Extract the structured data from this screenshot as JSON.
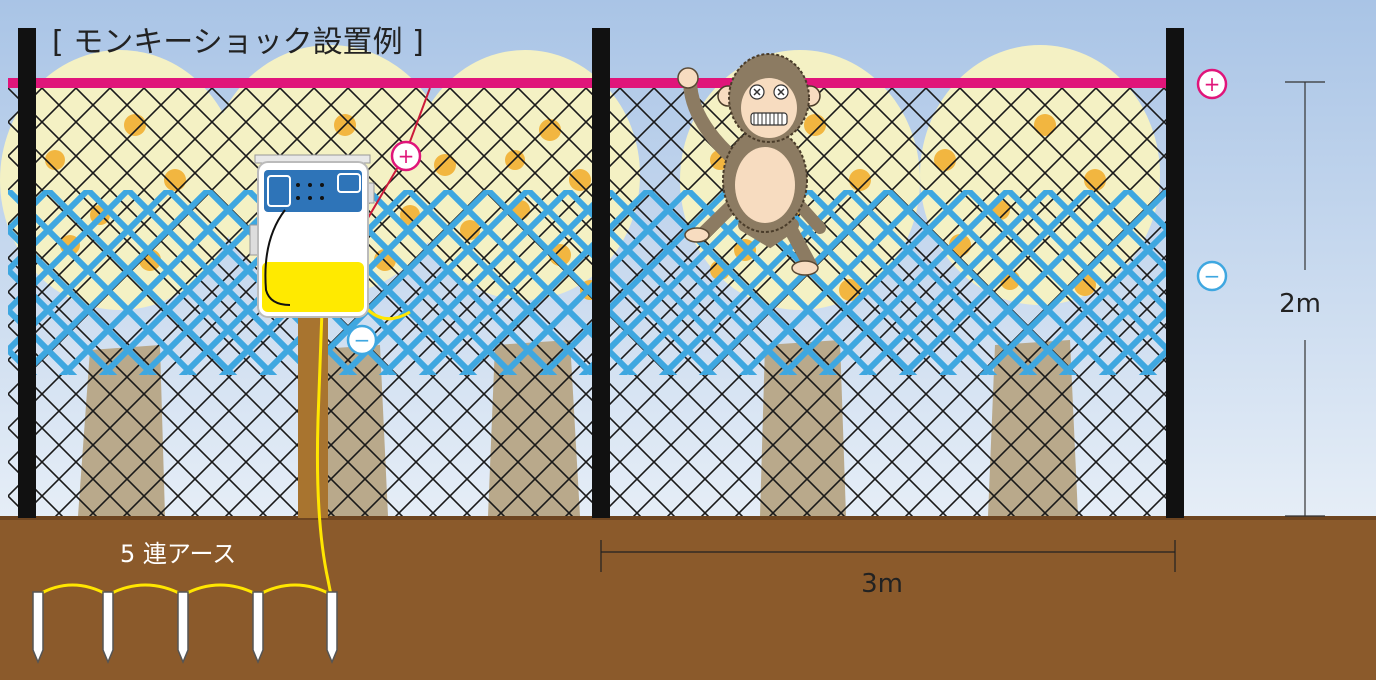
{
  "title": "[ モンキーショック設置例 ]",
  "labels": {
    "earth": "5 連アース",
    "width": "3m",
    "height": "2m",
    "plus": "+",
    "minus": "−"
  },
  "colors": {
    "sky_top": "#a9c4e6",
    "sky_bottom": "#dfeaf6",
    "ground": "#8b5a2b",
    "hot_wire": "#e0157a",
    "blue_net": "#3fa7e0",
    "post": "#111111",
    "lead_wire": "#ffe600"
  }
}
